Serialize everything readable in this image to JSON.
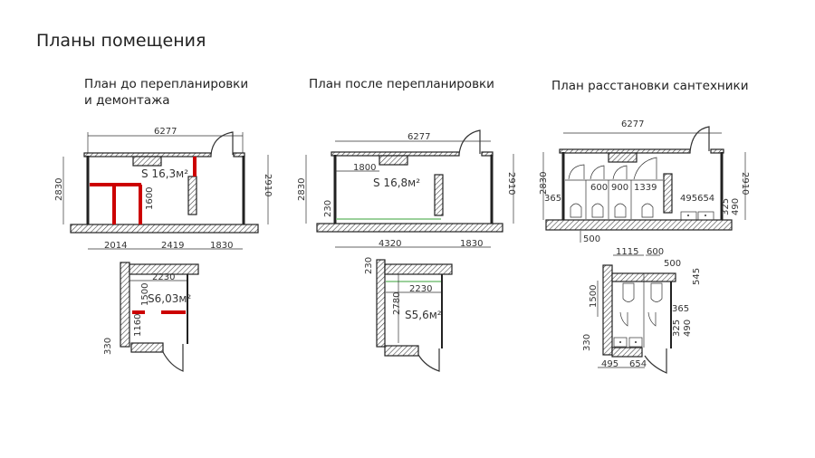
{
  "page_title": "Планы помещения",
  "plans": [
    {
      "caption_line1": "План до перепланировки",
      "caption_line2": "и демонтажа",
      "main": {
        "total": "6277",
        "left": "2830",
        "right": "2910",
        "area": "S 16,3м²",
        "inner": "1600",
        "bottom": [
          "2014",
          "2419",
          "1830"
        ]
      },
      "small": {
        "width": "2230",
        "area": "S6,03м²",
        "v1": "1500",
        "v2": "1160",
        "step": "330"
      }
    },
    {
      "caption_line1": "План после перепланировки",
      "main": {
        "total": "6277",
        "left": "2830",
        "right": "2910",
        "area": "S 16,8м²",
        "inner": "1800",
        "step": "230",
        "bottom": [
          "4320",
          "1830"
        ]
      },
      "small": {
        "width": "2230",
        "area": "S5,6м²",
        "v1": "2780",
        "step": "230"
      }
    },
    {
      "caption_line1": "План расстановки сантехники",
      "main": {
        "total": "6277",
        "left": "2830",
        "right": "2910",
        "left_inner": "365",
        "stalls": [
          "600",
          "900",
          "1339"
        ],
        "sinks": "495654",
        "v1": "325",
        "v2": "490",
        "bottom": "500"
      },
      "small": {
        "top1": "1115",
        "top2": "600",
        "top3": "500",
        "right1": "545",
        "left": "1500",
        "inner": "365",
        "v1": "325",
        "v2": "490",
        "step": "330",
        "bottom1": "495",
        "bottom2": "654"
      }
    }
  ]
}
